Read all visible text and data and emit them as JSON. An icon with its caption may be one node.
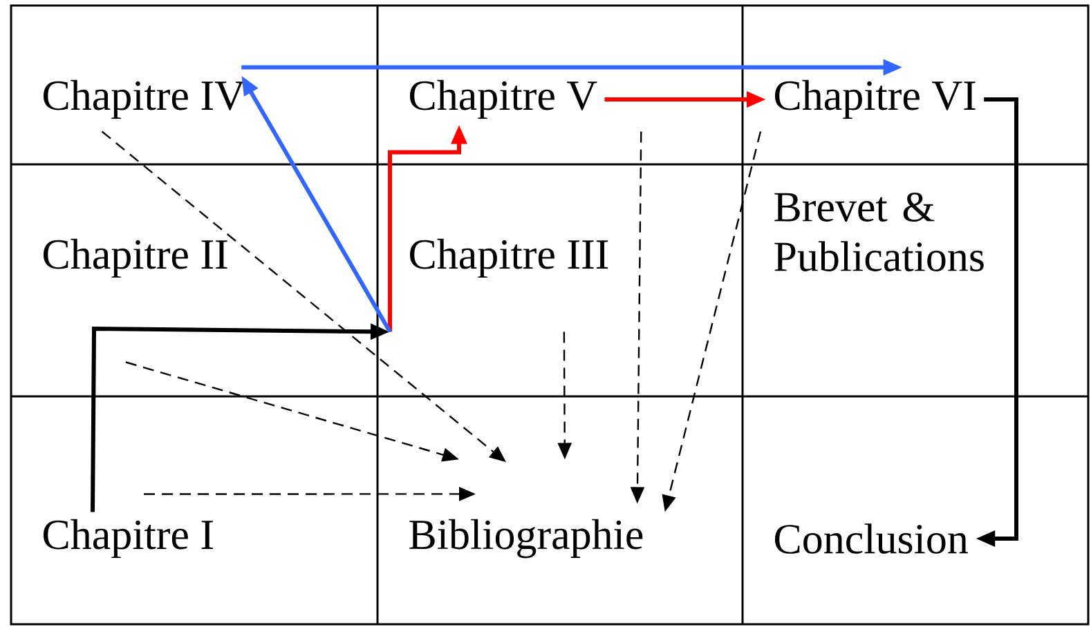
{
  "diagram": {
    "nodes": [
      {
        "text": [
          "Chapitre IV"
        ]
      },
      {
        "text": [
          "Chapitre V"
        ]
      },
      {
        "text": [
          "Chapitre VI"
        ]
      },
      {
        "text": [
          "Chapitre II"
        ]
      },
      {
        "text": [
          "Chapitre III"
        ]
      },
      {
        "text": [
          "Brevet & Publications"
        ]
      },
      {
        "text": [
          "Chapitre I"
        ]
      },
      {
        "text": [
          "Bibliographie"
        ]
      },
      {
        "text": [
          "Conclusion"
        ]
      }
    ],
    "edges": [
      {
        "from": 6,
        "to": 4,
        "arrow": "to",
        "style": "thick"
      },
      {
        "from": 4,
        "to": 1,
        "arrow": "to",
        "style": "thick",
        "color": "#ff0000"
      },
      {
        "from": 1,
        "to": 2,
        "arrow": "to",
        "style": "thick",
        "color": "#ff0000"
      },
      {
        "from": 4,
        "to": 0,
        "arrow": "to",
        "style": "thick",
        "color": "#3366ff"
      },
      {
        "from": 0,
        "to": 2,
        "arrow": "to",
        "style": "thick",
        "color": "#3366ff"
      },
      {
        "from": 2,
        "to": 8,
        "arrow": "to",
        "style": "thick"
      },
      {
        "from": 0,
        "to": 7,
        "arrow": "to",
        "style": "dashed"
      },
      {
        "from": 3,
        "to": 7,
        "arrow": "to",
        "style": "dashed"
      },
      {
        "from": 6,
        "to": 7,
        "arrow": "to",
        "style": "dashed"
      },
      {
        "from": 4,
        "to": 7,
        "arrow": "to",
        "style": "dashed"
      },
      {
        "from": 1,
        "to": 7,
        "arrow": "to",
        "style": "dashed"
      },
      {
        "from": 2,
        "to": 7,
        "arrow": "to",
        "style": "dashed"
      }
    ]
  }
}
